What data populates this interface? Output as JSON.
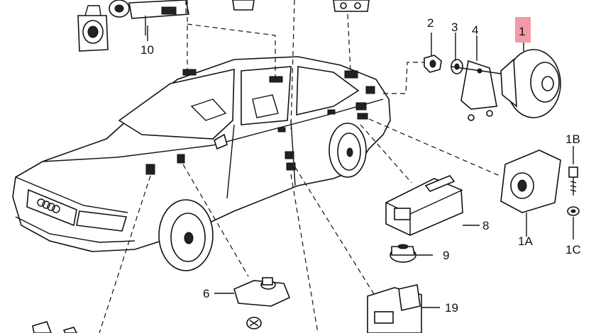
{
  "diagram": {
    "callouts": [
      {
        "id": "c1",
        "text": "1",
        "highlighted": true
      },
      {
        "id": "c2",
        "text": "2"
      },
      {
        "id": "c3",
        "text": "3"
      },
      {
        "id": "c4",
        "text": "4"
      },
      {
        "id": "c1B",
        "text": "1B"
      },
      {
        "id": "c1A",
        "text": "1A"
      },
      {
        "id": "c1C",
        "text": "1C"
      },
      {
        "id": "c6",
        "text": "6"
      },
      {
        "id": "c8",
        "text": "8"
      },
      {
        "id": "c9",
        "text": "9"
      },
      {
        "id": "c10",
        "text": "10"
      },
      {
        "id": "c19",
        "text": "19"
      }
    ],
    "colors": {
      "highlight": "#f29aa8",
      "ink": "#111111",
      "background": "#ffffff"
    }
  }
}
